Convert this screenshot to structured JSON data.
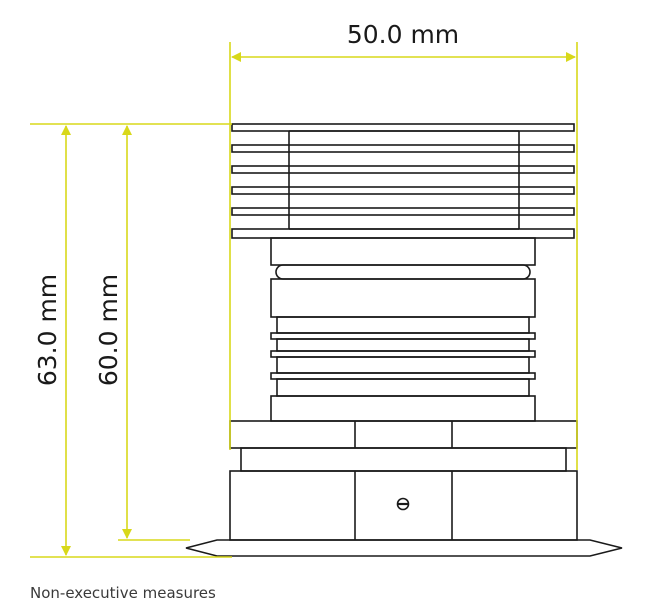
{
  "dimensions": {
    "width_label": "50.0 mm",
    "total_height_label": "63.0 mm",
    "body_height_label": "60.0 mm"
  },
  "caption": "Non-executive measures",
  "colors": {
    "dimension_line": "#d8d81a",
    "outline": "#1a1a1a"
  }
}
